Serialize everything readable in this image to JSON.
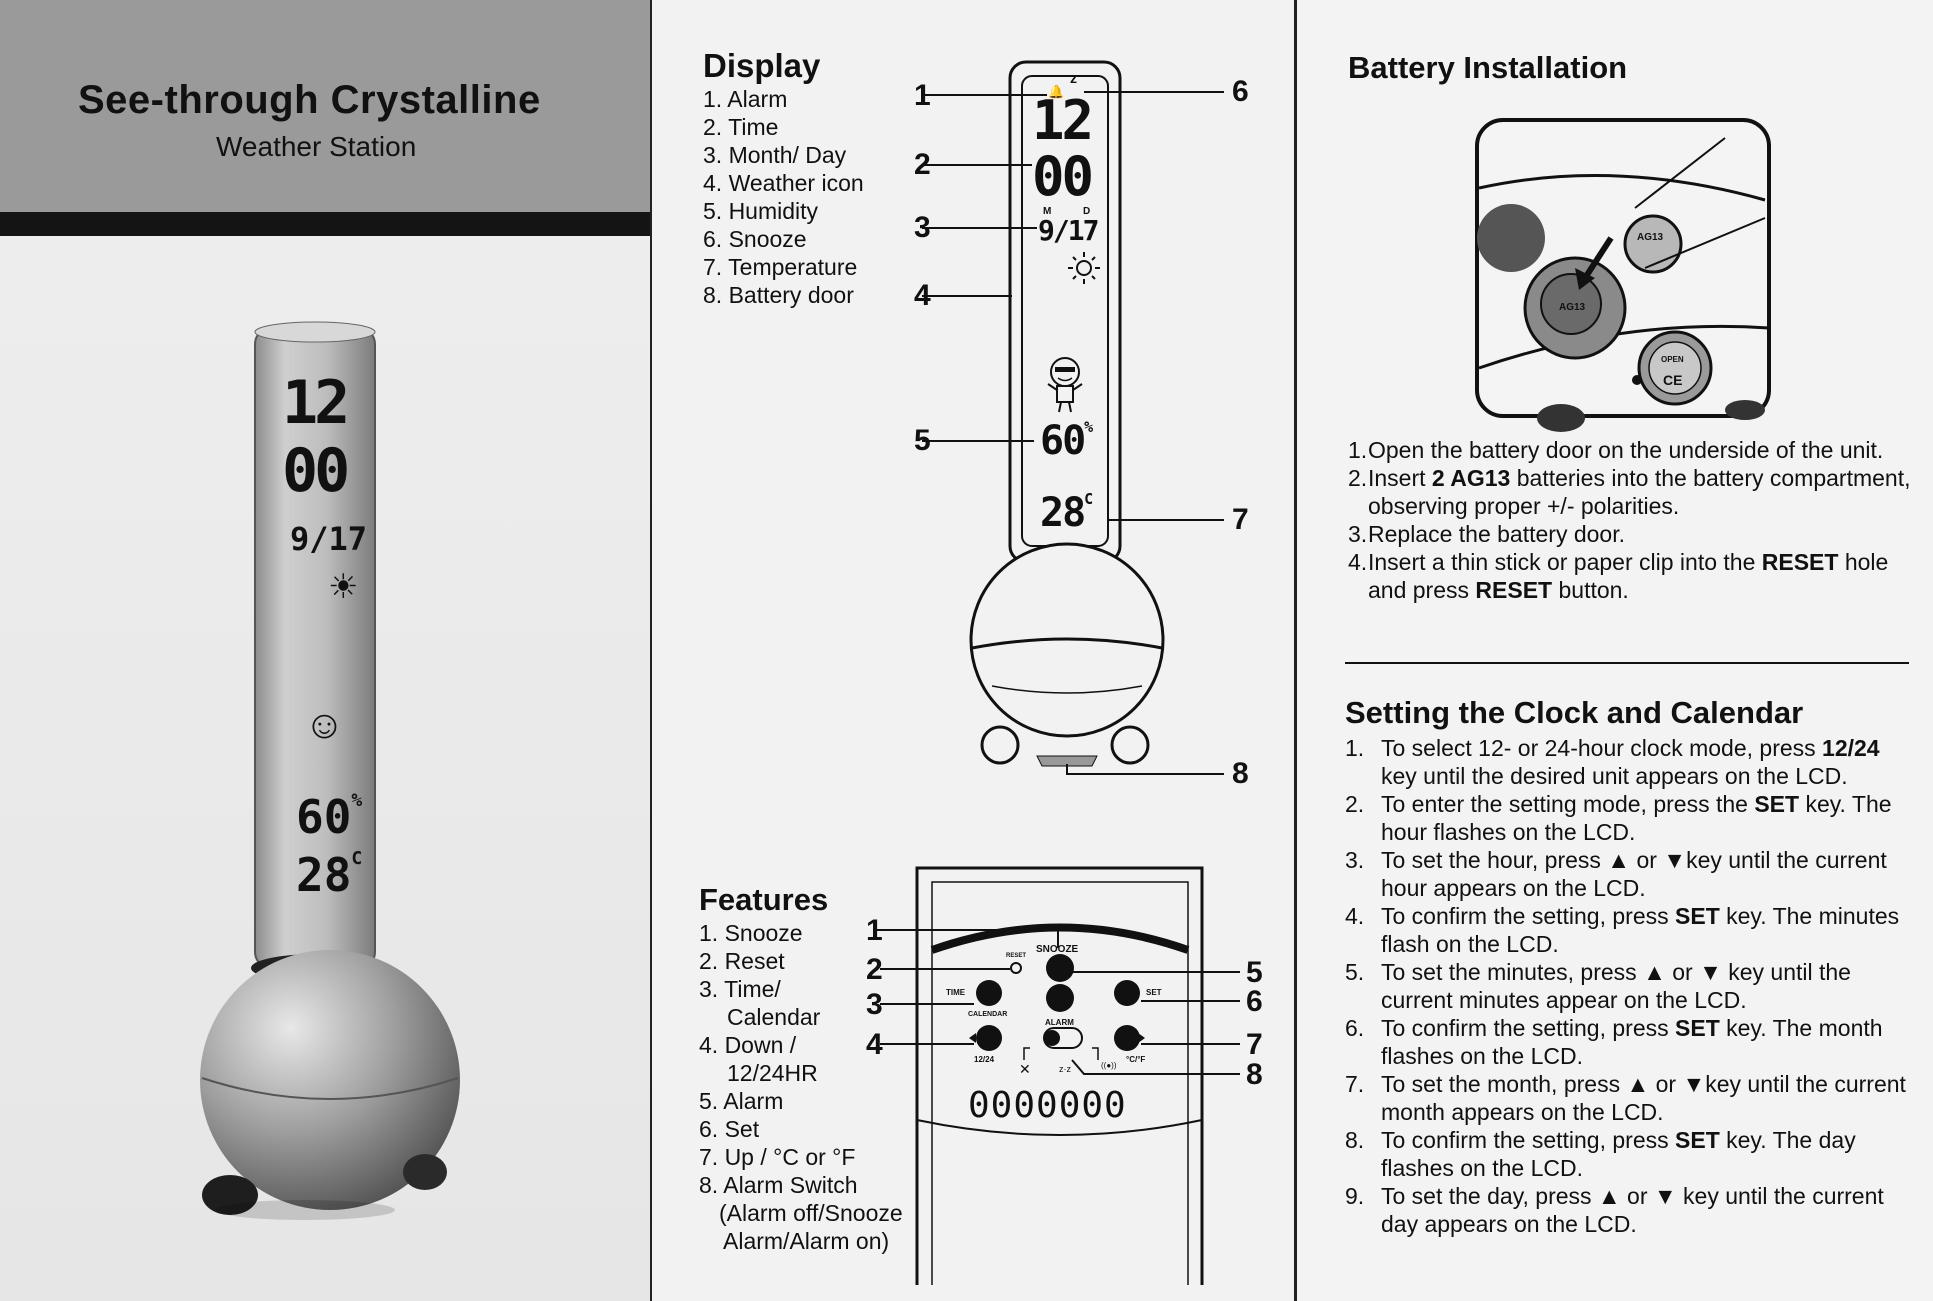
{
  "left_panel": {
    "title": "See-through Crystalline",
    "subtitle": "Weather Station",
    "lcd": {
      "time_hour": "12",
      "time_min": "00",
      "date": "9/17",
      "humidity": "60",
      "humidity_unit": "%",
      "temperature": "28",
      "temp_unit": "C"
    }
  },
  "display_section": {
    "heading": "Display",
    "items": [
      "1. Alarm",
      "2. Time",
      "3. Month/ Day",
      "4. Weather icon",
      "5. Humidity",
      "6. Snooze",
      "7. Temperature",
      "8. Battery door"
    ],
    "callouts": [
      "1",
      "2",
      "3",
      "4",
      "5",
      "6",
      "7",
      "8"
    ],
    "lcd": {
      "time_hour": "12",
      "time_min": "00",
      "date": "9/17",
      "humidity": "60",
      "humidity_unit": "%",
      "temperature": "28",
      "temp_unit": "C",
      "snooze_mark": "z",
      "month_mark": "M",
      "day_mark": "D"
    }
  },
  "features_section": {
    "heading": "Features",
    "items": [
      "1. Snooze",
      "2. Reset",
      "3. Time/",
      "Calendar",
      "4. Down /",
      "12/24HR",
      "5. Alarm",
      "6. Set",
      "7. Up / °C or °F",
      "8. Alarm Switch",
      "(Alarm off/Snooze",
      "Alarm/Alarm on)"
    ],
    "callouts": [
      "1",
      "2",
      "3",
      "4",
      "5",
      "6",
      "7",
      "8"
    ],
    "back_labels": {
      "snooze": "SNOOZE",
      "reset": "RESET",
      "time": "TIME",
      "calendar": "CALENDAR",
      "set": "SET",
      "alarm": "ALARM",
      "down": "12/24",
      "up": "°C/°F",
      "serial": "0000000"
    }
  },
  "battery_section": {
    "heading": "Battery Installation",
    "illustration": {
      "battery_label": "AG13",
      "door_label": "OPEN",
      "ce_mark": "CE"
    },
    "steps": [
      {
        "n": "1.",
        "text": "Open the battery door on the underside of the unit."
      },
      {
        "n": "2.",
        "text_before": "Insert ",
        "bold": "2 AG13",
        "text_after": " batteries into the battery compartment, observing proper +/- polarities."
      },
      {
        "n": "3.",
        "text": "Replace the battery door."
      },
      {
        "n": "4.",
        "text_before": "Insert a thin stick or paper clip into the ",
        "bold": "RESET",
        "text_mid": " hole and press ",
        "bold2": "RESET",
        "text_after": " button."
      }
    ]
  },
  "clock_section": {
    "heading": "Setting the Clock and Calendar",
    "steps": [
      {
        "n": "1.",
        "a": "To select 12- or 24-hour clock mode, press ",
        "b": "12/24",
        "c": " key until the desired unit appears on the LCD."
      },
      {
        "n": "2.",
        "a": "To enter the setting mode, press the ",
        "b": "SET",
        "c": " key. The hour flashes on the LCD."
      },
      {
        "n": "3.",
        "a": "To set the hour, press ",
        "b": "▲",
        "c": " or ",
        "d": "▼",
        "e": "key until the current hour appears on the LCD."
      },
      {
        "n": "4.",
        "a": "To confirm the setting, press ",
        "b": "SET",
        "c": " key. The minutes flash on the LCD."
      },
      {
        "n": "5.",
        "a": "To set the minutes, press ",
        "b": "▲",
        "c": " or ",
        "d": "▼",
        "e": " key until the current minutes appear on the LCD."
      },
      {
        "n": "6.",
        "a": "To confirm the setting, press ",
        "b": "SET",
        "c": " key. The month flashes on the LCD."
      },
      {
        "n": "7.",
        "a": "To set the month, press ",
        "b": "▲",
        "c": " or ",
        "d": "▼",
        "e": "key until the current month appears on the LCD."
      },
      {
        "n": "8.",
        "a": "To confirm the setting, press ",
        "b": "SET",
        "c": " key. The day flashes on the LCD."
      },
      {
        "n": "9.",
        "a": "To set the day, press ",
        "b": "▲",
        "c": " or ",
        "d": "▼",
        "e": " key until the current day appears on the LCD."
      }
    ]
  },
  "colors": {
    "header_gray": "#9a9a9a",
    "ink": "#111111",
    "paper": "#f3f3f3"
  }
}
